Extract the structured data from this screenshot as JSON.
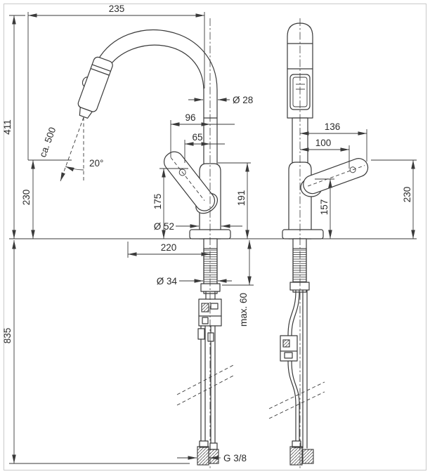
{
  "colors": {
    "line": "#3a3a3a",
    "text": "#2c2c2c",
    "background": "#ffffff",
    "frame": "#c9c9c9"
  },
  "side_view": {
    "dims": {
      "overall_width": "235",
      "height": "411",
      "outlet_height": "230",
      "hose_extension": "ca. 500",
      "spray_angle": "20°",
      "spout_diameter": "Ø 28",
      "handle_reach": "96",
      "handle_offset": "65",
      "body_height": "175",
      "spout_union_height": "191",
      "body_diameter": "Ø 52",
      "spout_reach": "220",
      "shank_diameter": "Ø 34",
      "max_deck_thickness": "max. 60",
      "below_deck_length": "835"
    }
  },
  "front_view": {
    "dims": {
      "handle_reach": "136",
      "handle_offset": "100",
      "lever_height": "157",
      "handle_height": "230"
    }
  },
  "connection": {
    "thread": "G 3/8"
  }
}
